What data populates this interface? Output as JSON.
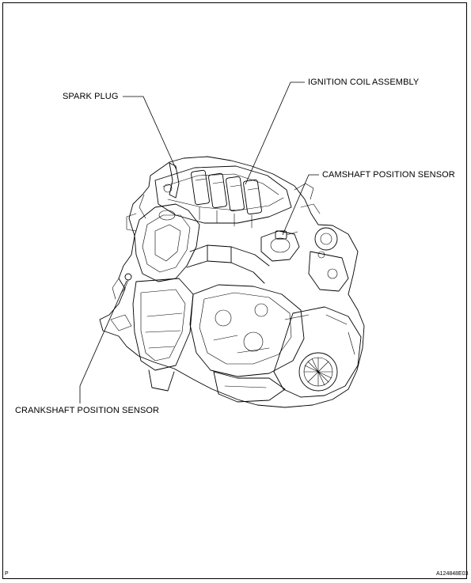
{
  "labels": {
    "spark_plug": "SPARK PLUG",
    "ignition_coil": "IGNITION COIL ASSEMBLY",
    "camshaft_sensor": "CAMSHAFT POSITION SENSOR",
    "crankshaft_sensor": "CRANKSHAFT POSITION SENSOR"
  },
  "corner_marks": {
    "left": "P",
    "figure_id": "A124848E03"
  }
}
